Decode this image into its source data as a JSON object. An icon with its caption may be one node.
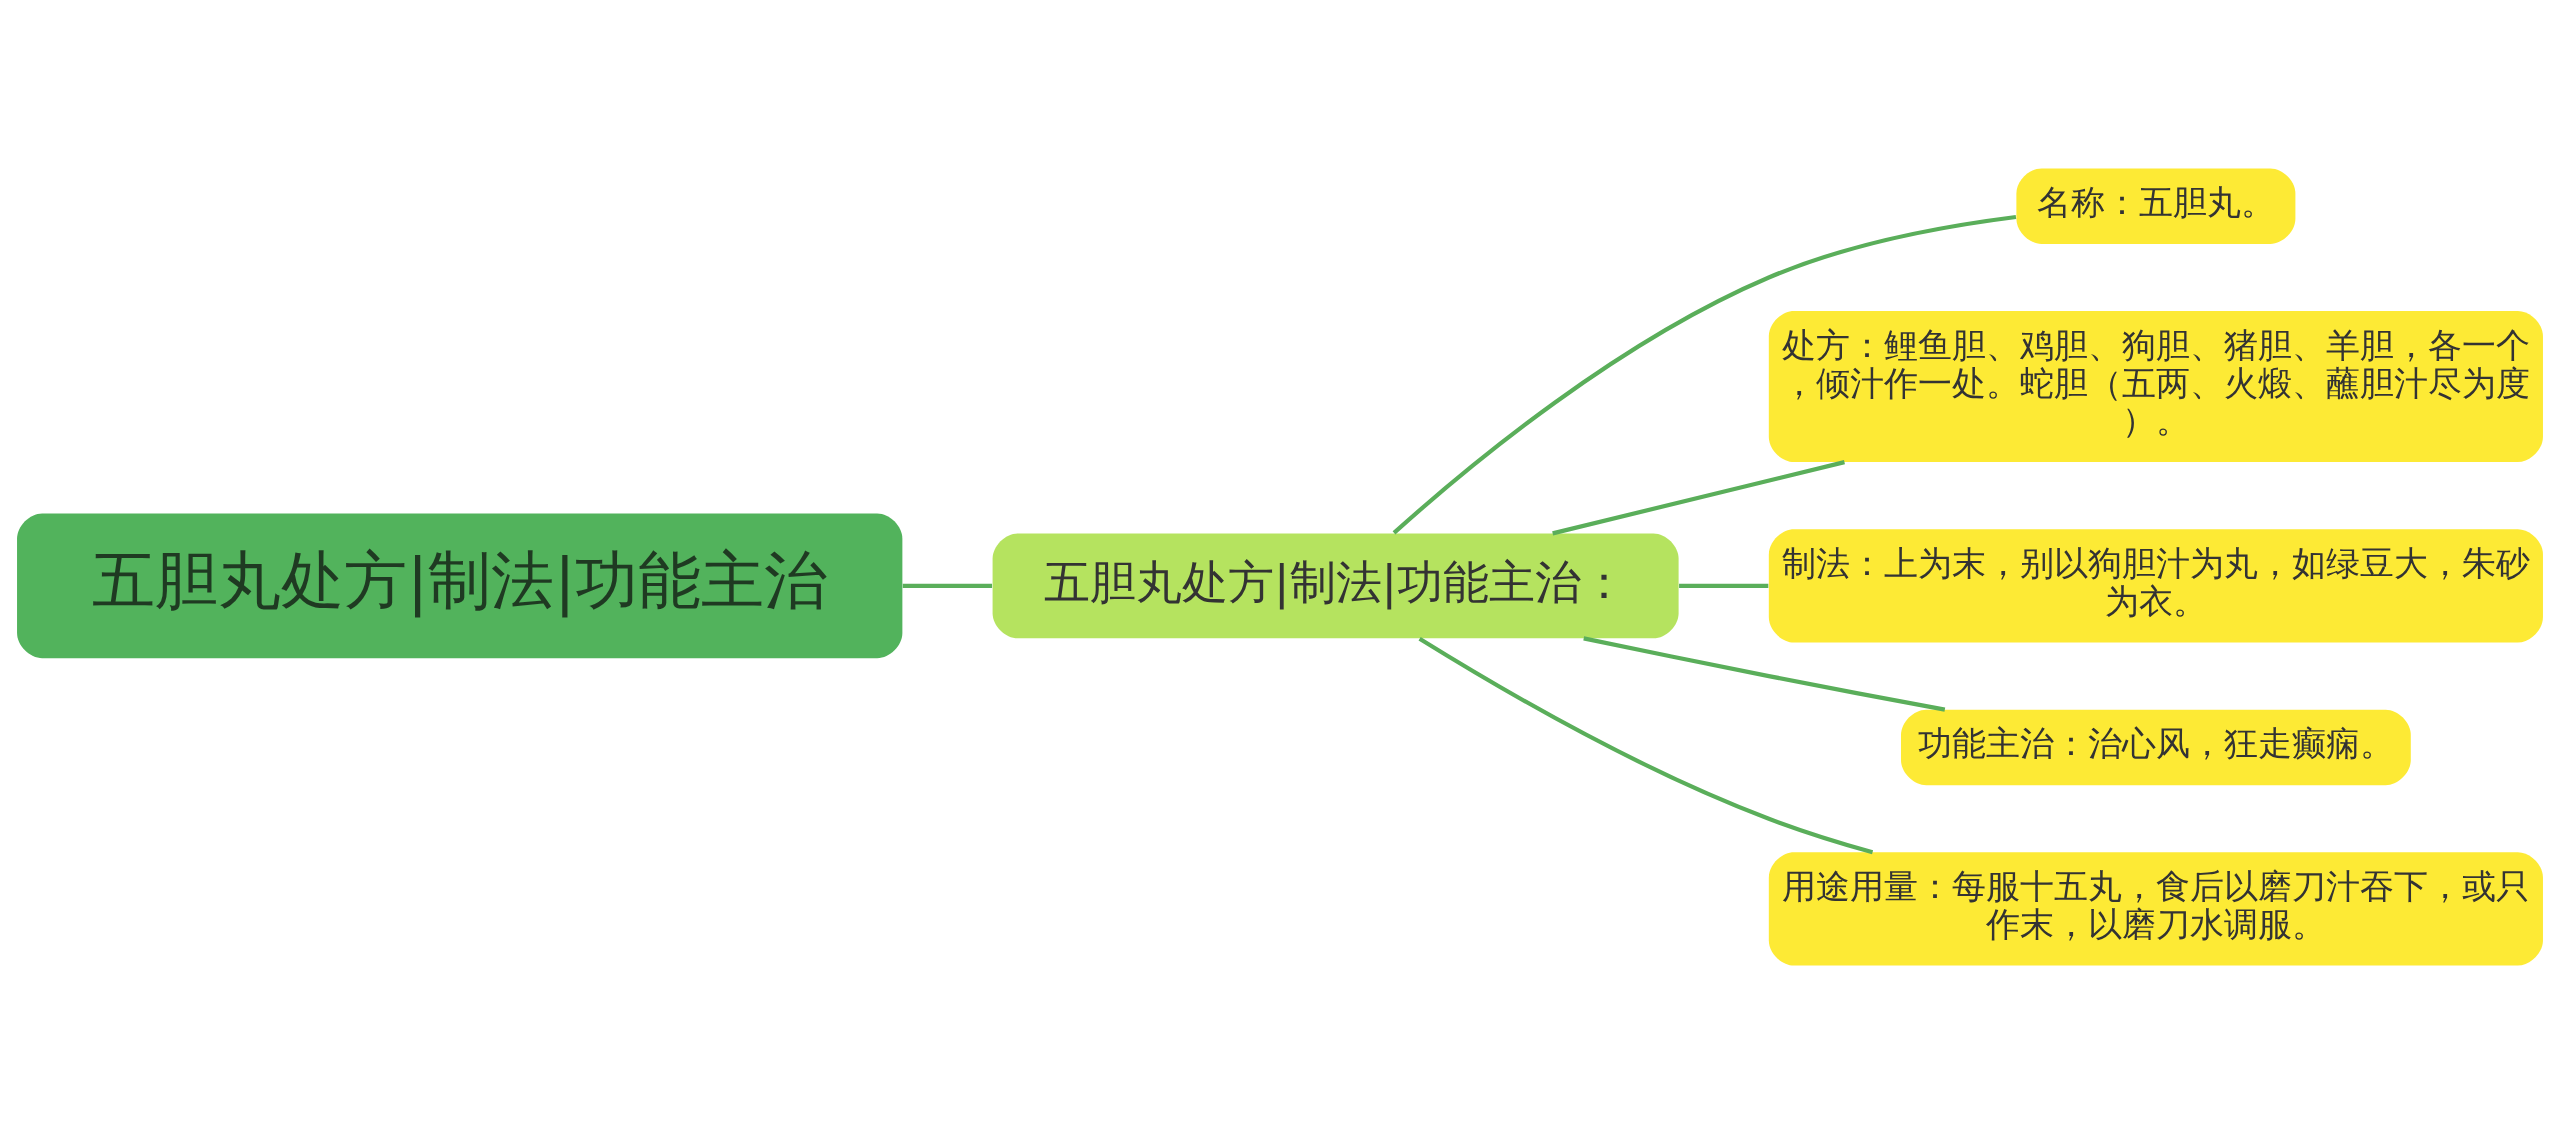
{
  "diagram": {
    "nodes": [
      {
        "text": [
          "五胆丸处方|制法|功能主治"
        ]
      },
      {
        "text": [
          "五胆丸处方|制法|功能主治："
        ]
      },
      {
        "text": [
          "名称：五胆丸。"
        ]
      },
      {
        "text": [
          "处方：鲤鱼胆、鸡胆、狗胆、猪胆、羊胆，各一个，倾汁作一处。蛇胆（五两、火煅、蘸胆汁尽为度）。"
        ]
      },
      {
        "text": [
          "制法：上为末，别以狗胆汁为丸，如绿豆大，朱砂为衣。"
        ]
      },
      {
        "text": [
          "功能主治：治心风，狂走癫痫。"
        ]
      },
      {
        "text": [
          "用途用量：每服十五丸，食后以磨刀汁吞下，或只作末，以磨刀水调服。"
        ]
      }
    ],
    "edges": [
      {
        "from": 0,
        "to": 1,
        "arrow": "none"
      },
      {
        "from": 1,
        "to": 2,
        "arrow": "none"
      },
      {
        "from": 1,
        "to": 3,
        "arrow": "none"
      },
      {
        "from": 1,
        "to": 4,
        "arrow": "none"
      },
      {
        "from": 1,
        "to": 5,
        "arrow": "none"
      },
      {
        "from": 1,
        "to": 6,
        "arrow": "none"
      }
    ]
  }
}
